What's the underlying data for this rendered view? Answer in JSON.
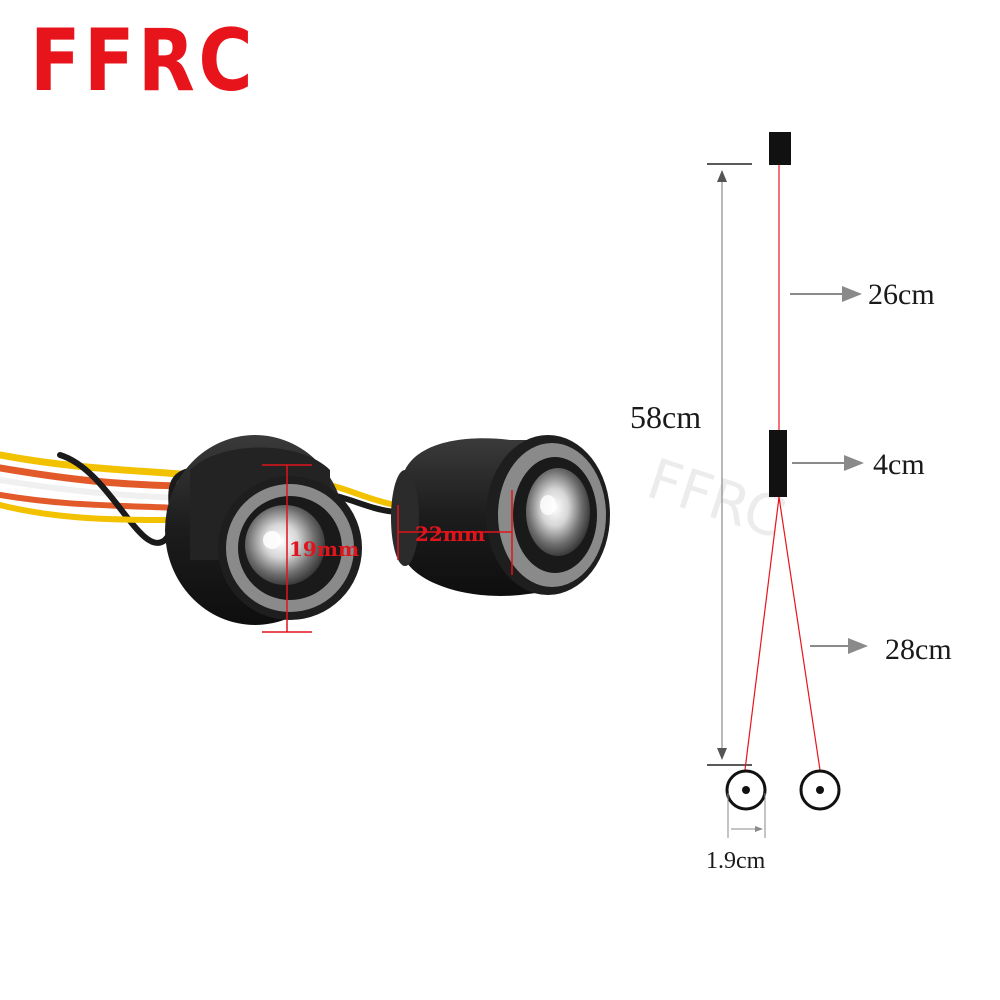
{
  "brand": {
    "logo_text": "FFRC",
    "watermark": "FFRC",
    "color": "#e8141c"
  },
  "photo": {
    "left_light_diameter": "19mm",
    "right_light_length": "22mm"
  },
  "diagram": {
    "total_length": "58cm",
    "upper_wire_length": "26cm",
    "connector_length": "4cm",
    "lower_wire_length": "28cm",
    "light_diameter": "1.9cm",
    "wire_color": "#e8141c",
    "arrow_color": "#8a8a8a"
  }
}
